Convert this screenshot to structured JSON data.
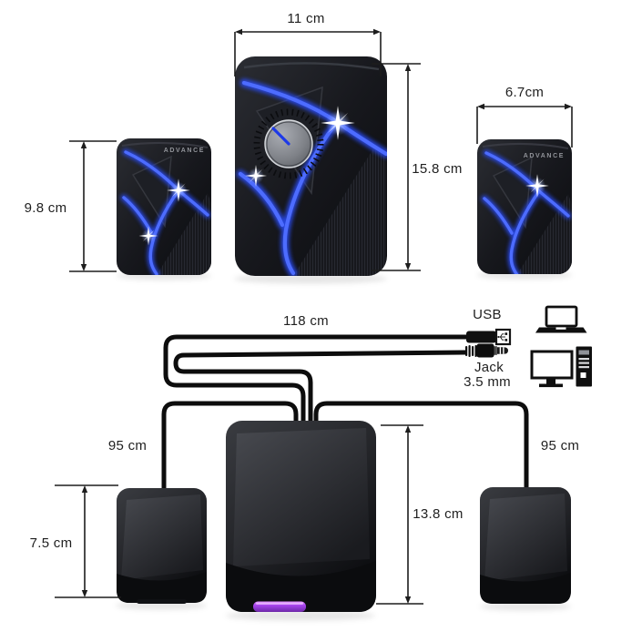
{
  "brand_logo": "ADVANCE",
  "dimensions": {
    "subwoofer_width": "11 cm",
    "subwoofer_height": "15.8 cm",
    "satellite_height": "9.8 cm",
    "satellite_width": "6.7cm",
    "satellite_depth": "7.5 cm",
    "subwoofer_depth": "13.8 cm",
    "main_cable_length": "118 cm",
    "left_satellite_cable_length": "95 cm",
    "right_satellite_cable_length": "95 cm"
  },
  "connectors": {
    "usb_label": "USB",
    "jack_label": "Jack",
    "jack_size_label": "3.5 mm"
  },
  "icons": {
    "laptop": "laptop-icon",
    "desktop": "desktop-computer-icon",
    "usb_plug": "usb-plug-icon",
    "jack_plug": "jack-3-5mm-plug-icon"
  },
  "colors": {
    "accent_blue": "#2b4cf0",
    "led_purple": "#a944ef",
    "dimension_line": "#1d1d1d",
    "background": "#ffffff"
  }
}
